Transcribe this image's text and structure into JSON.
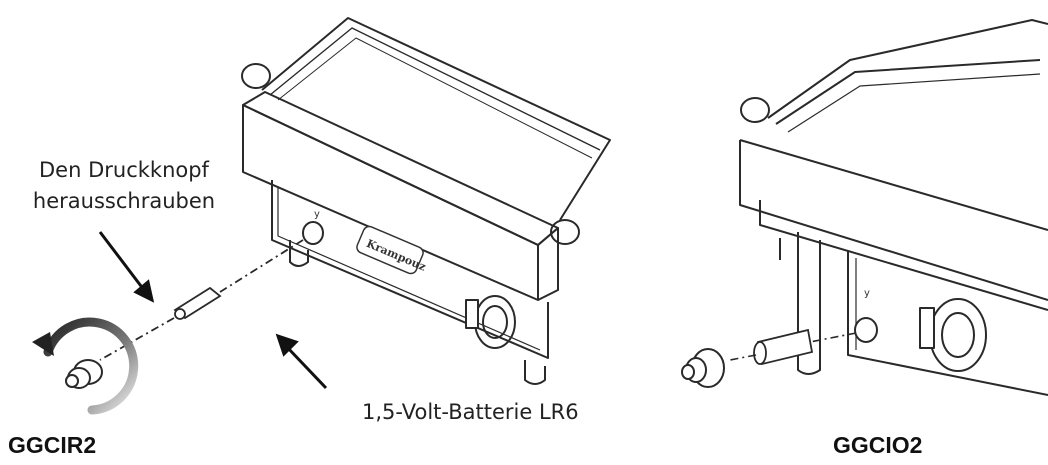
{
  "labels": {
    "instruction_line1": "Den Druckknopf",
    "instruction_line2": "herausschrauben",
    "battery": "1,5-Volt-Batterie LR6",
    "model_left": "GGCIR2",
    "model_right": "GGCIO2"
  },
  "logo_text": "Krampouz",
  "icons": [
    "rotation-arrow-icon",
    "pointer-arrow-icon"
  ]
}
